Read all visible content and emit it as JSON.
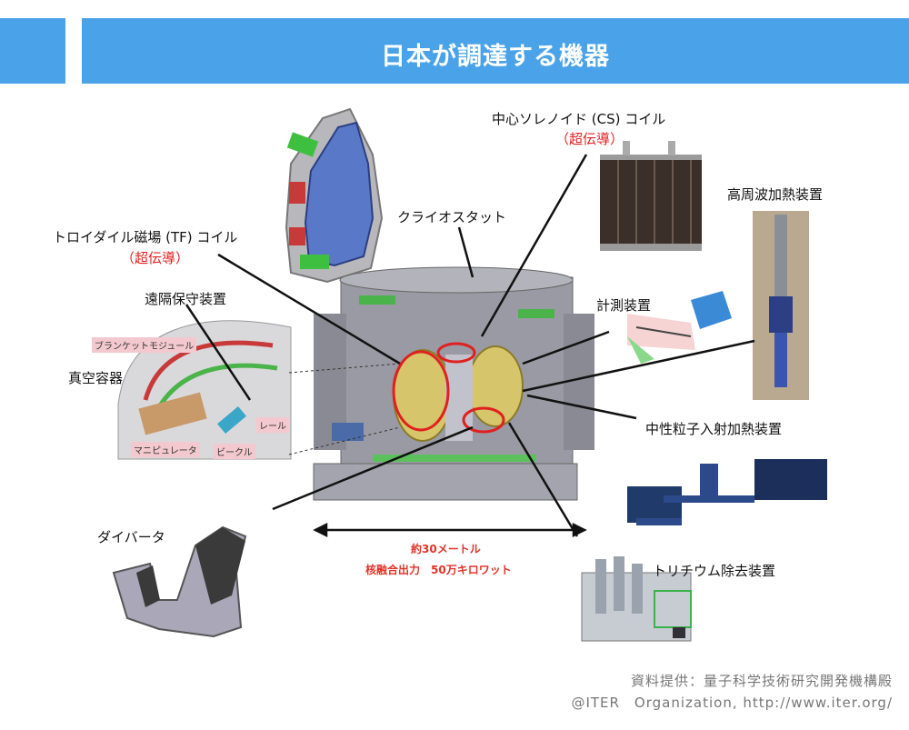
{
  "header": {
    "title": "日本が調達する機器"
  },
  "labels": {
    "cs_coil": "中心ソレノイド (CS) コイル",
    "cs_note": "（超伝導）",
    "rf_heating": "高周波加熱装置",
    "cryostat": "クライオスタット",
    "tf_coil": "トロイダイル磁場 (TF) コイル",
    "tf_note": "（超伝導）",
    "remote_handling": "遠隔保守装置",
    "diagnostics": "計測装置",
    "vacuum_vessel": "真空容器",
    "nbi": "中性粒子入射加熱装置",
    "divertor": "ダイバータ",
    "tritium": "トリチウム除去装置",
    "blanket_module": "ブランケットモジュール",
    "rail": "レール",
    "manipulator": "マニピュレータ",
    "vehicle": "ビークル"
  },
  "dimension": {
    "size": "約30メートル",
    "output": "核融合出力　50万キロワット"
  },
  "credits": {
    "line1": "資料提供：量子科学技術研究開発機構殿",
    "line2": "@ITER　Organization, http://www.iter.org/"
  },
  "colors": {
    "header": "#4aa3e8",
    "highlight_red": "#e02020"
  }
}
